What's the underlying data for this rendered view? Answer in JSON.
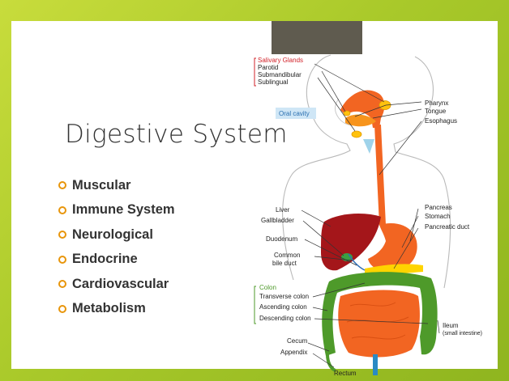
{
  "slide": {
    "title": "Digestive System",
    "bullets": [
      "Muscular",
      "Immune System",
      "Neurological",
      "Endocrine",
      "Cardiovascular",
      "Metabolism"
    ]
  },
  "diagram": {
    "salivary_header": "Salivary Glands",
    "parotid": "Parotid",
    "submandibular": "Submandibular",
    "sublingual": "Sublingual",
    "oral_cavity": "Oral cavity",
    "pharynx": "Pharynx",
    "tongue": "Tongue",
    "esophagus": "Esophagus",
    "liver": "Liver",
    "gallbladder": "Gallbladder",
    "duodenum": "Duodenum",
    "common_bile_duct_1": "Common",
    "common_bile_duct_2": "bile duct",
    "pancreas": "Pancreas",
    "stomach": "Stomach",
    "pancreatic_duct": "Pancreatic duct",
    "colon_header": "Colon",
    "transverse_colon": "Transverse colon",
    "ascending_colon": "Ascending colon",
    "descending_colon": "Descending colon",
    "cecum": "Cecum",
    "appendix": "Appendix",
    "ileum": "Ileum",
    "small_intestine": "(small intestine)",
    "rectum": "Rectum"
  },
  "colors": {
    "accent_green": "#a9c92a",
    "bullet_orange": "#e8950a",
    "label_red": "#d2232a",
    "colon_green": "#4e9a2a",
    "intestine_orange": "#f26522",
    "liver_red": "#a4161a"
  }
}
